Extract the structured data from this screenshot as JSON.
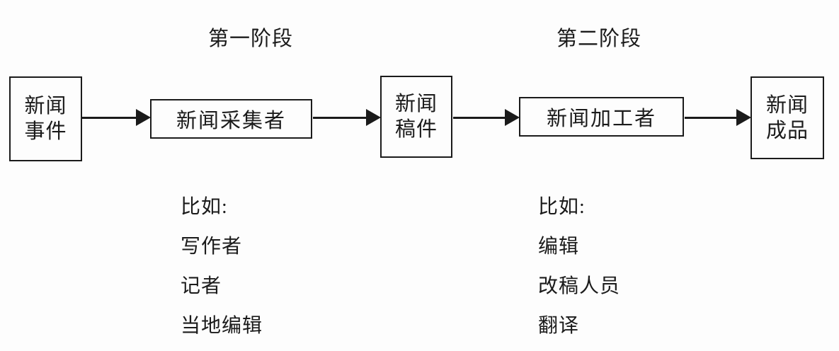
{
  "diagram": {
    "stage_labels": [
      "第一阶段",
      "第二阶段"
    ],
    "nodes": {
      "news_event": {
        "line1": "新闻",
        "line2": "事件"
      },
      "news_collector": {
        "label": "新闻采集者"
      },
      "news_manuscript": {
        "line1": "新闻",
        "line2": "稿件"
      },
      "news_processor": {
        "label": "新闻加工者"
      },
      "news_product": {
        "line1": "新闻",
        "line2": "成品"
      }
    },
    "examples": {
      "stage1": {
        "heading": "比如:",
        "items": [
          "写作者",
          "记者",
          "当地编辑"
        ]
      },
      "stage2": {
        "heading": "比如:",
        "items": [
          "编辑",
          "改稿人员",
          "翻译"
        ]
      }
    },
    "colors": {
      "background": "#fdfdfd",
      "ink": "#1b1b1b"
    }
  }
}
